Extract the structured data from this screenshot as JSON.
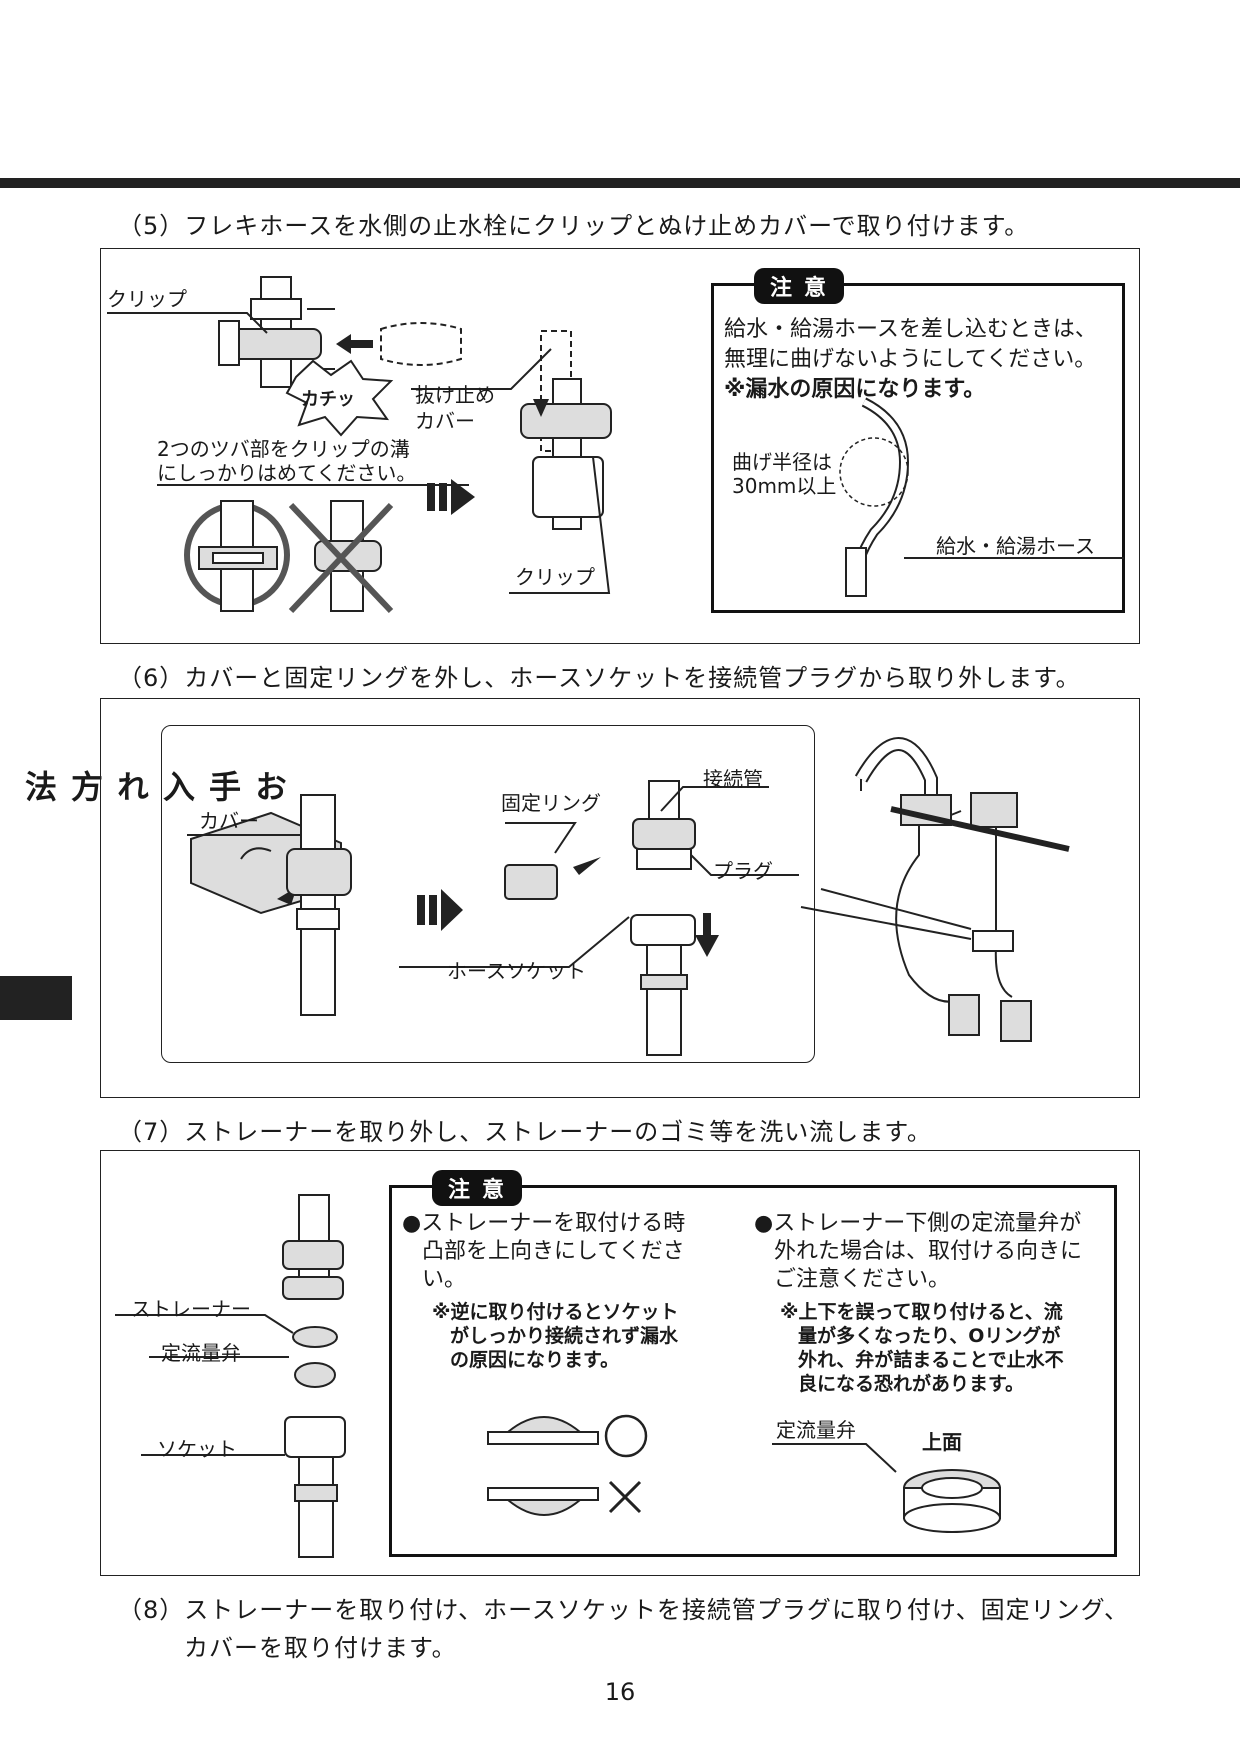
{
  "steps": {
    "s5": "（5）フレキホースを水側の止水栓にクリップとぬけ止めカバーで取り付けます。",
    "s6": "（6）カバーと固定リングを外し、ホースソケットを接続管プラグから取り外します。",
    "s7": "（7）ストレーナーを取り外し、ストレーナーのゴミ等を洗い流します。",
    "s8_line1": "（8）ストレーナーを取り付け、ホースソケットを接続管プラグに取り付け、固定リング、",
    "s8_line2": "カバーを取り付けます。"
  },
  "panel5": {
    "clip_label": "クリップ",
    "click_sound": "カチッ",
    "tsuba_note_line1": "2つのツバ部をクリップの溝",
    "tsuba_note_line2": "にしっかりはめてください。",
    "cover_label_line1": "抜け止め",
    "cover_label_line2": "カバー",
    "clip_label2": "クリップ",
    "caution": {
      "badge": "注意",
      "line1": "給水・給湯ホースを差し込むときは、",
      "line2": "無理に曲げないようにしてください。",
      "line3": "※漏水の原因になります。",
      "radius_line1": "曲げ半径は",
      "radius_line2": "30mm以上",
      "hose_label": "給水・給湯ホース"
    }
  },
  "panel6": {
    "cover_label": "カバー",
    "ring_label": "固定リング",
    "pipe_label": "接続管",
    "plug_label": "プラグ",
    "socket_label": "ホースソケット"
  },
  "panel7": {
    "strainer_label": "ストレーナー",
    "valve_label": "定流量弁",
    "socket_label": "ソケット",
    "caution": {
      "badge": "注意",
      "left_line1": "●ストレーナーを取付ける時",
      "left_line2": "凸部を上向きにしてくださ",
      "left_line3": "い。",
      "left_note1": "※逆に取り付けるとソケット",
      "left_note2": "がしっかり接続されず漏水",
      "left_note3": "の原因になります。",
      "ok_mark": "○",
      "ng_mark": "×",
      "right_line1": "●ストレーナー下側の定流量弁が",
      "right_line2": "外れた場合は、取付ける向きに",
      "right_line3": "ご注意ください。",
      "right_note1": "※上下を誤って取り付けると、流",
      "right_note2": "量が多くなったり、Oリングが",
      "right_note3": "外れ、弁が詰まることで止水不",
      "right_note4": "良になる恐れがあります。",
      "valve_label": "定流量弁",
      "top_label": "上面"
    }
  },
  "side_tab": "お手入れ方法",
  "page_number": "16"
}
